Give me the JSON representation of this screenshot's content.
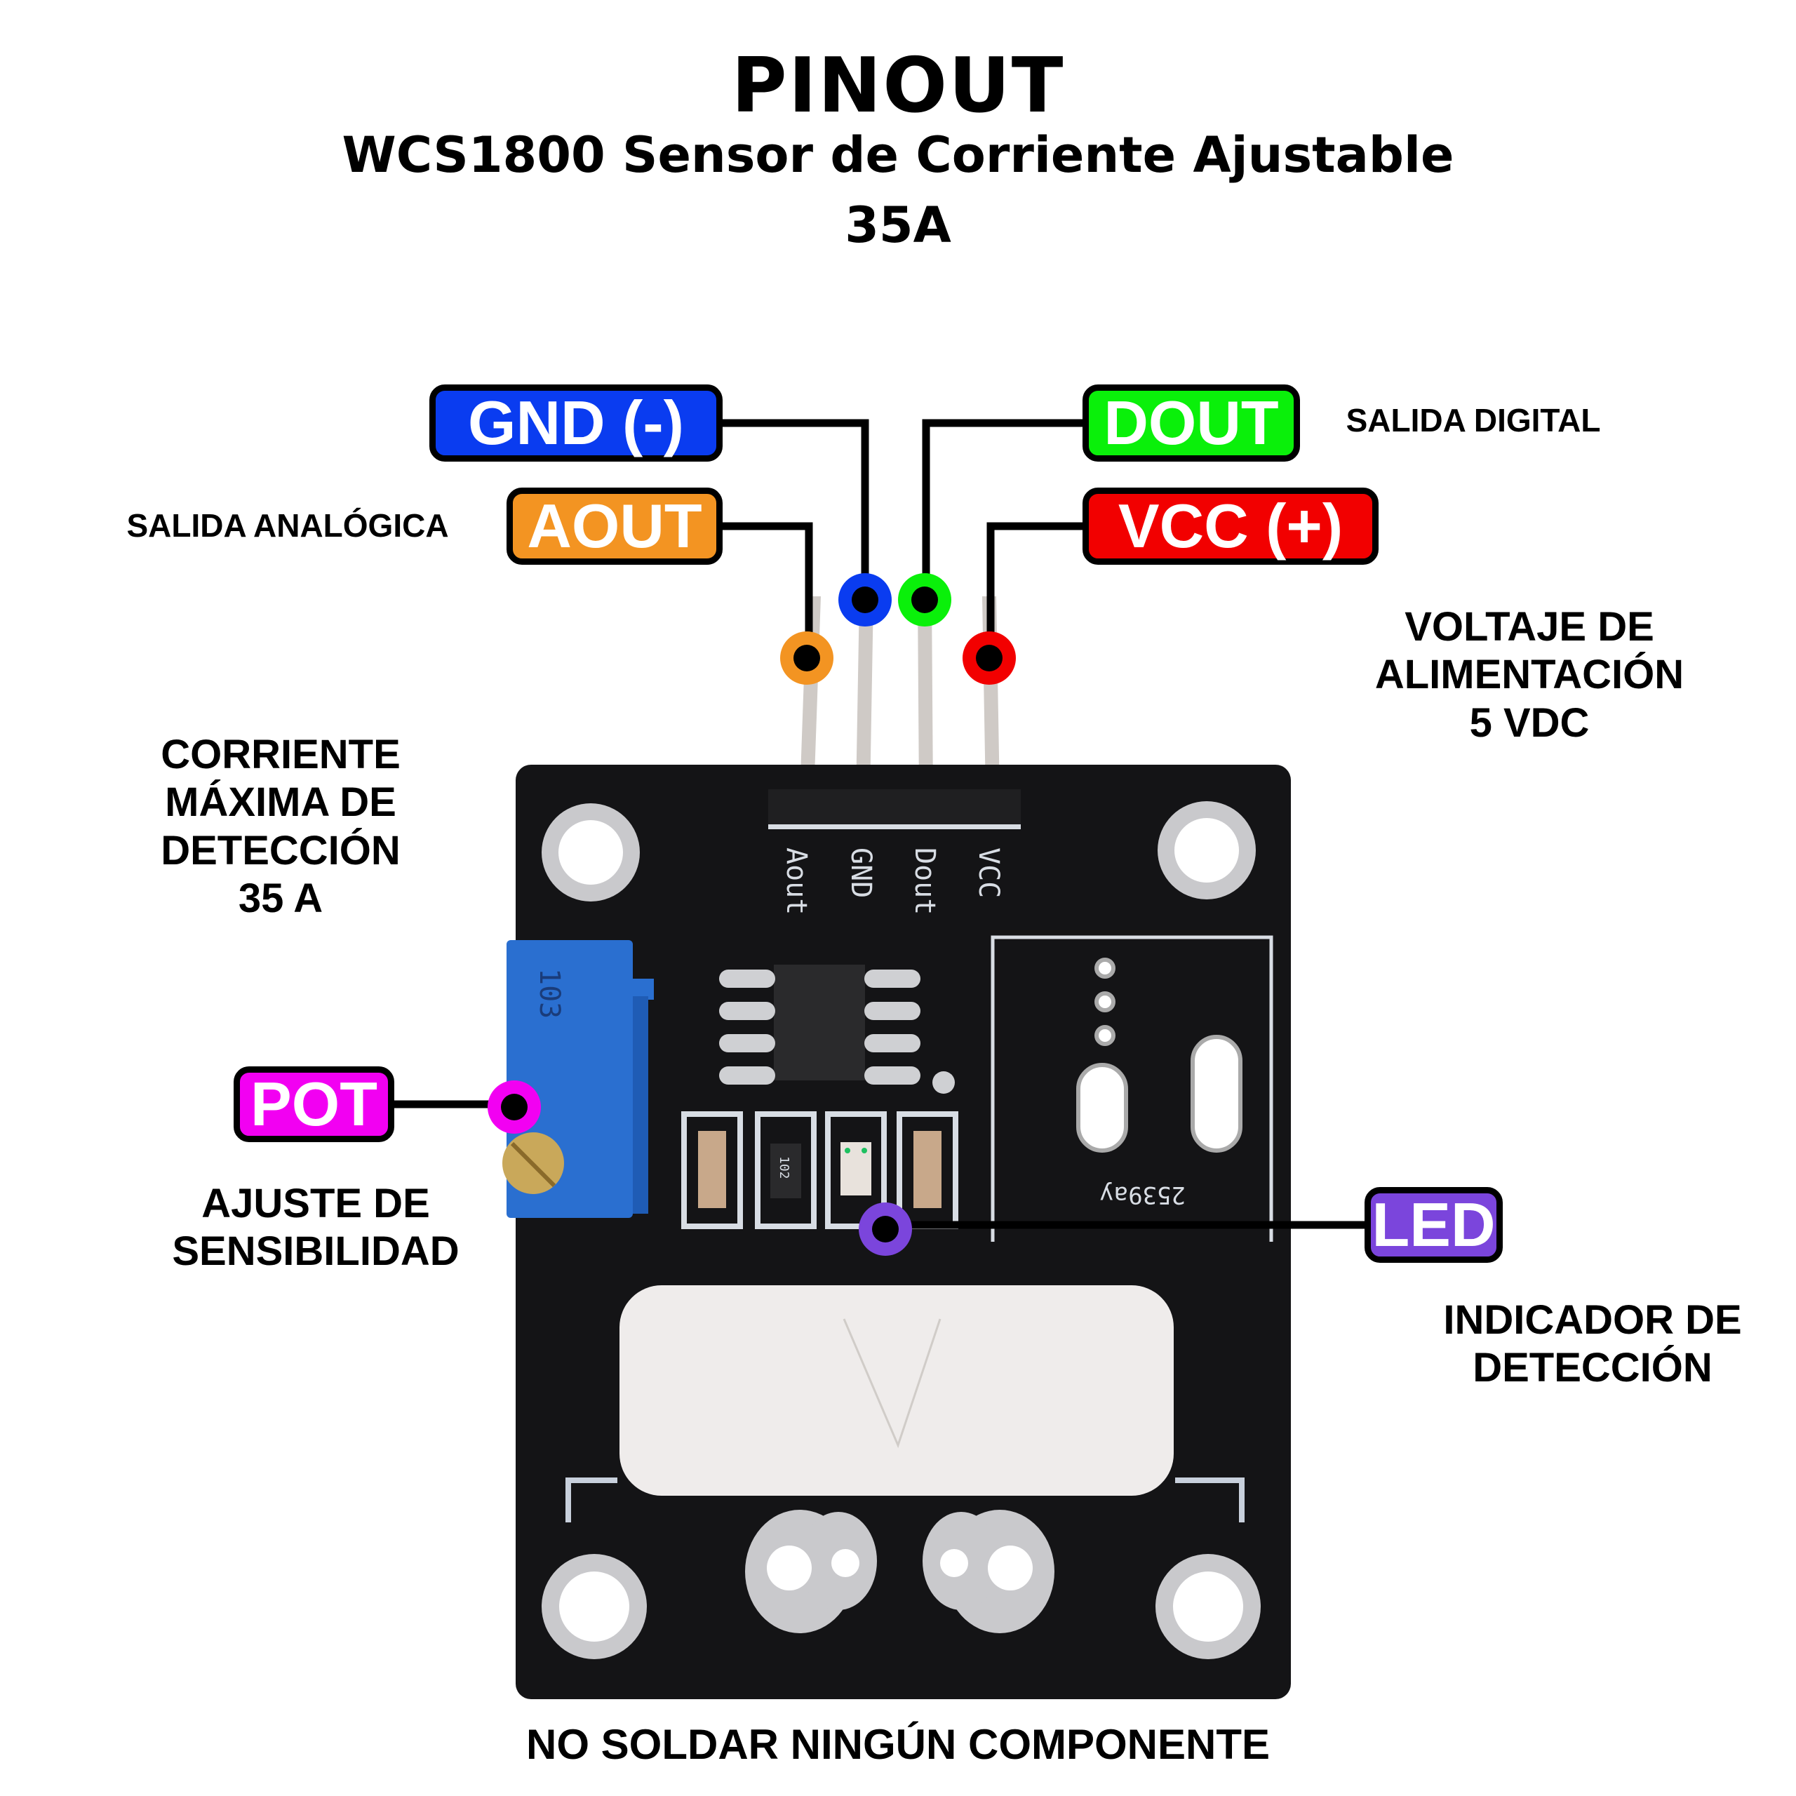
{
  "header": {
    "title": "PINOUT",
    "subtitle": "WCS1800 Sensor de Corriente Ajustable",
    "rating": "35A"
  },
  "pins": {
    "gnd": {
      "label": "GND (-)",
      "color": "#0a3cf0",
      "description": ""
    },
    "aout": {
      "label": "AOUT",
      "color": "#f39422",
      "description": "SALIDA ANALÓGICA"
    },
    "dout": {
      "label": "DOUT",
      "color": "#0af00a",
      "description": "SALIDA DIGITAL"
    },
    "vcc": {
      "label": "VCC (+)",
      "color": "#f20000",
      "description": "VOLTAJE DE ALIMENTACIÓN 5 VDC"
    },
    "pot": {
      "label": "POT",
      "color": "#f200f2",
      "description": "AJUSTE DE SENSIBILIDAD"
    },
    "led": {
      "label": "LED",
      "color": "#7b45dc",
      "description": "INDICADOR DE DETECCIÓN"
    }
  },
  "notes": {
    "vcc_line1": "VOLTAJE DE",
    "vcc_line2": "ALIMENTACIÓN",
    "vcc_line3": "5 VDC",
    "max_line1": "CORRIENTE",
    "max_line2": "MÁXIMA DE",
    "max_line3": "DETECCIÓN",
    "max_line4": "35 A",
    "pot_line1": "AJUSTE DE",
    "pot_line2": "SENSIBILIDAD",
    "led_line1": "INDICADOR DE",
    "led_line2": "DETECCIÓN",
    "footer": "NO SOLDAR NINGÚN COMPONENTE"
  },
  "board": {
    "silkscreen_pins": [
      "Aout",
      "GND",
      "Dout",
      "VCC"
    ],
    "resistor_code": "102",
    "board_code": "2539ay",
    "pot_marking": "103",
    "colors": {
      "pcb": "#141416",
      "silk": "#d8dde4",
      "pad": "#c9c9cc",
      "pot": "#2a6fd0",
      "sensor": "#efeceb"
    }
  }
}
